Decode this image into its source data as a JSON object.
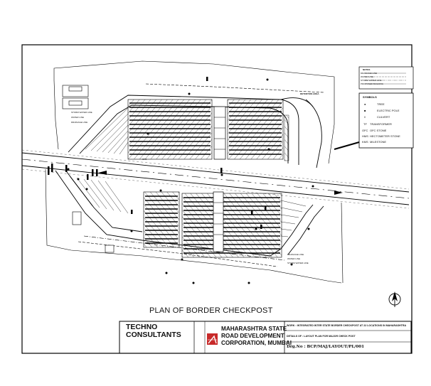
{
  "drawing": {
    "title": "PLAN OF BORDER CHECKPOST"
  },
  "notes": {
    "heading": "NOTES",
    "items": [
      "DRAINAGE LINE",
      "WATER LINE",
      "STORM WATER LINE",
      "PROPOSED BUILDING"
    ]
  },
  "symbols": {
    "heading": "SYMBOLS",
    "items": [
      {
        "glyph": "●",
        "label": "TREE"
      },
      {
        "glyph": "■",
        "label": "ELECTRIC POLE"
      },
      {
        "glyph": "‖",
        "label": "CULVERT"
      },
      {
        "glyph": "TF",
        "label": "TRANSFORMER"
      },
      {
        "glyph": "OFC",
        "label": "OFC STONE"
      },
      {
        "glyph": "HMS",
        "label": "HECTOMETER STONE"
      },
      {
        "glyph": "KMS",
        "label": "MILESTONE"
      }
    ]
  },
  "site_labels": {
    "detention_area": "DETENTION AREA",
    "storm_water_line": "STORM WATER LINE",
    "water_line": "WATER LINE",
    "drainage_line": "DRAINAGE LINE",
    "ofc": "OFC"
  },
  "title_block": {
    "firm_name_1": "TECHNO",
    "firm_name_2": "CONSULTANTS",
    "client_1": "MAHARASHTRA STATE",
    "client_2": "ROAD DEVELOPMENT",
    "client_3": "CORPORATION, MUMBAI",
    "work": "WORK :  INTEGRATED INTER STATE BORDER CHECKPOST AT 22 LOCATIONS IN MAHARASHTRA",
    "details": "DETAILS OF : LAYOUT PLAN FOR MAJOR CHECK POST",
    "drawing_no": "Drg.No : BCP/MAJ/LAYOUT/PL/001"
  }
}
